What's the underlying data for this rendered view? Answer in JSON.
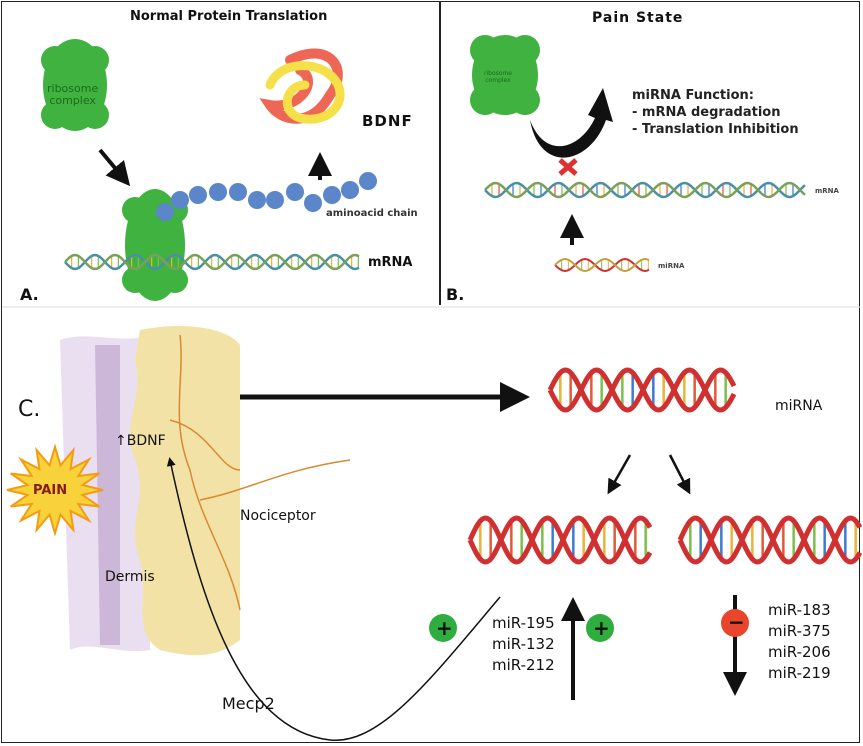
{
  "panel_a": {
    "label": "A.",
    "title": "Normal Protein Translation",
    "ribosome_label_line1": "ribosome",
    "ribosome_label_line2": "complex",
    "protein_label": "BDNF",
    "chain_label": "aminoacid chain",
    "mrna_label": "mRNA"
  },
  "panel_b": {
    "label": "B.",
    "title": "Pain State",
    "ribosome_label_line1": "ribosome",
    "ribosome_label_line2": "complex",
    "function_title": "miRNA Function:",
    "function_items": [
      "- mRNA degradation",
      "- Translation Inhibition"
    ],
    "mrna_label": "mRNA",
    "mirna_label": "miRNA"
  },
  "panel_c": {
    "label": "C.",
    "pain_label": "PAIN",
    "bdnf_label": "BDNF",
    "nociceptor_label": "Nociceptor",
    "dermis_label": "Dermis",
    "mecp2_label": "Mecp2",
    "mirna_label": "miRNA",
    "up_list": [
      "miR-195",
      "miR-132",
      "miR-212"
    ],
    "down_list": [
      "miR-183",
      "miR-375",
      "miR-206",
      "miR-219"
    ],
    "plus_sign": "+",
    "minus_sign": "−"
  },
  "colors": {
    "ribosome": "#3fb23f",
    "aminoacid": "#5b86c9",
    "up_badge": "#2fae3f",
    "down_badge": "#e8452c",
    "skin": "#f3e2a6",
    "dermis": "#cdb7d9"
  }
}
